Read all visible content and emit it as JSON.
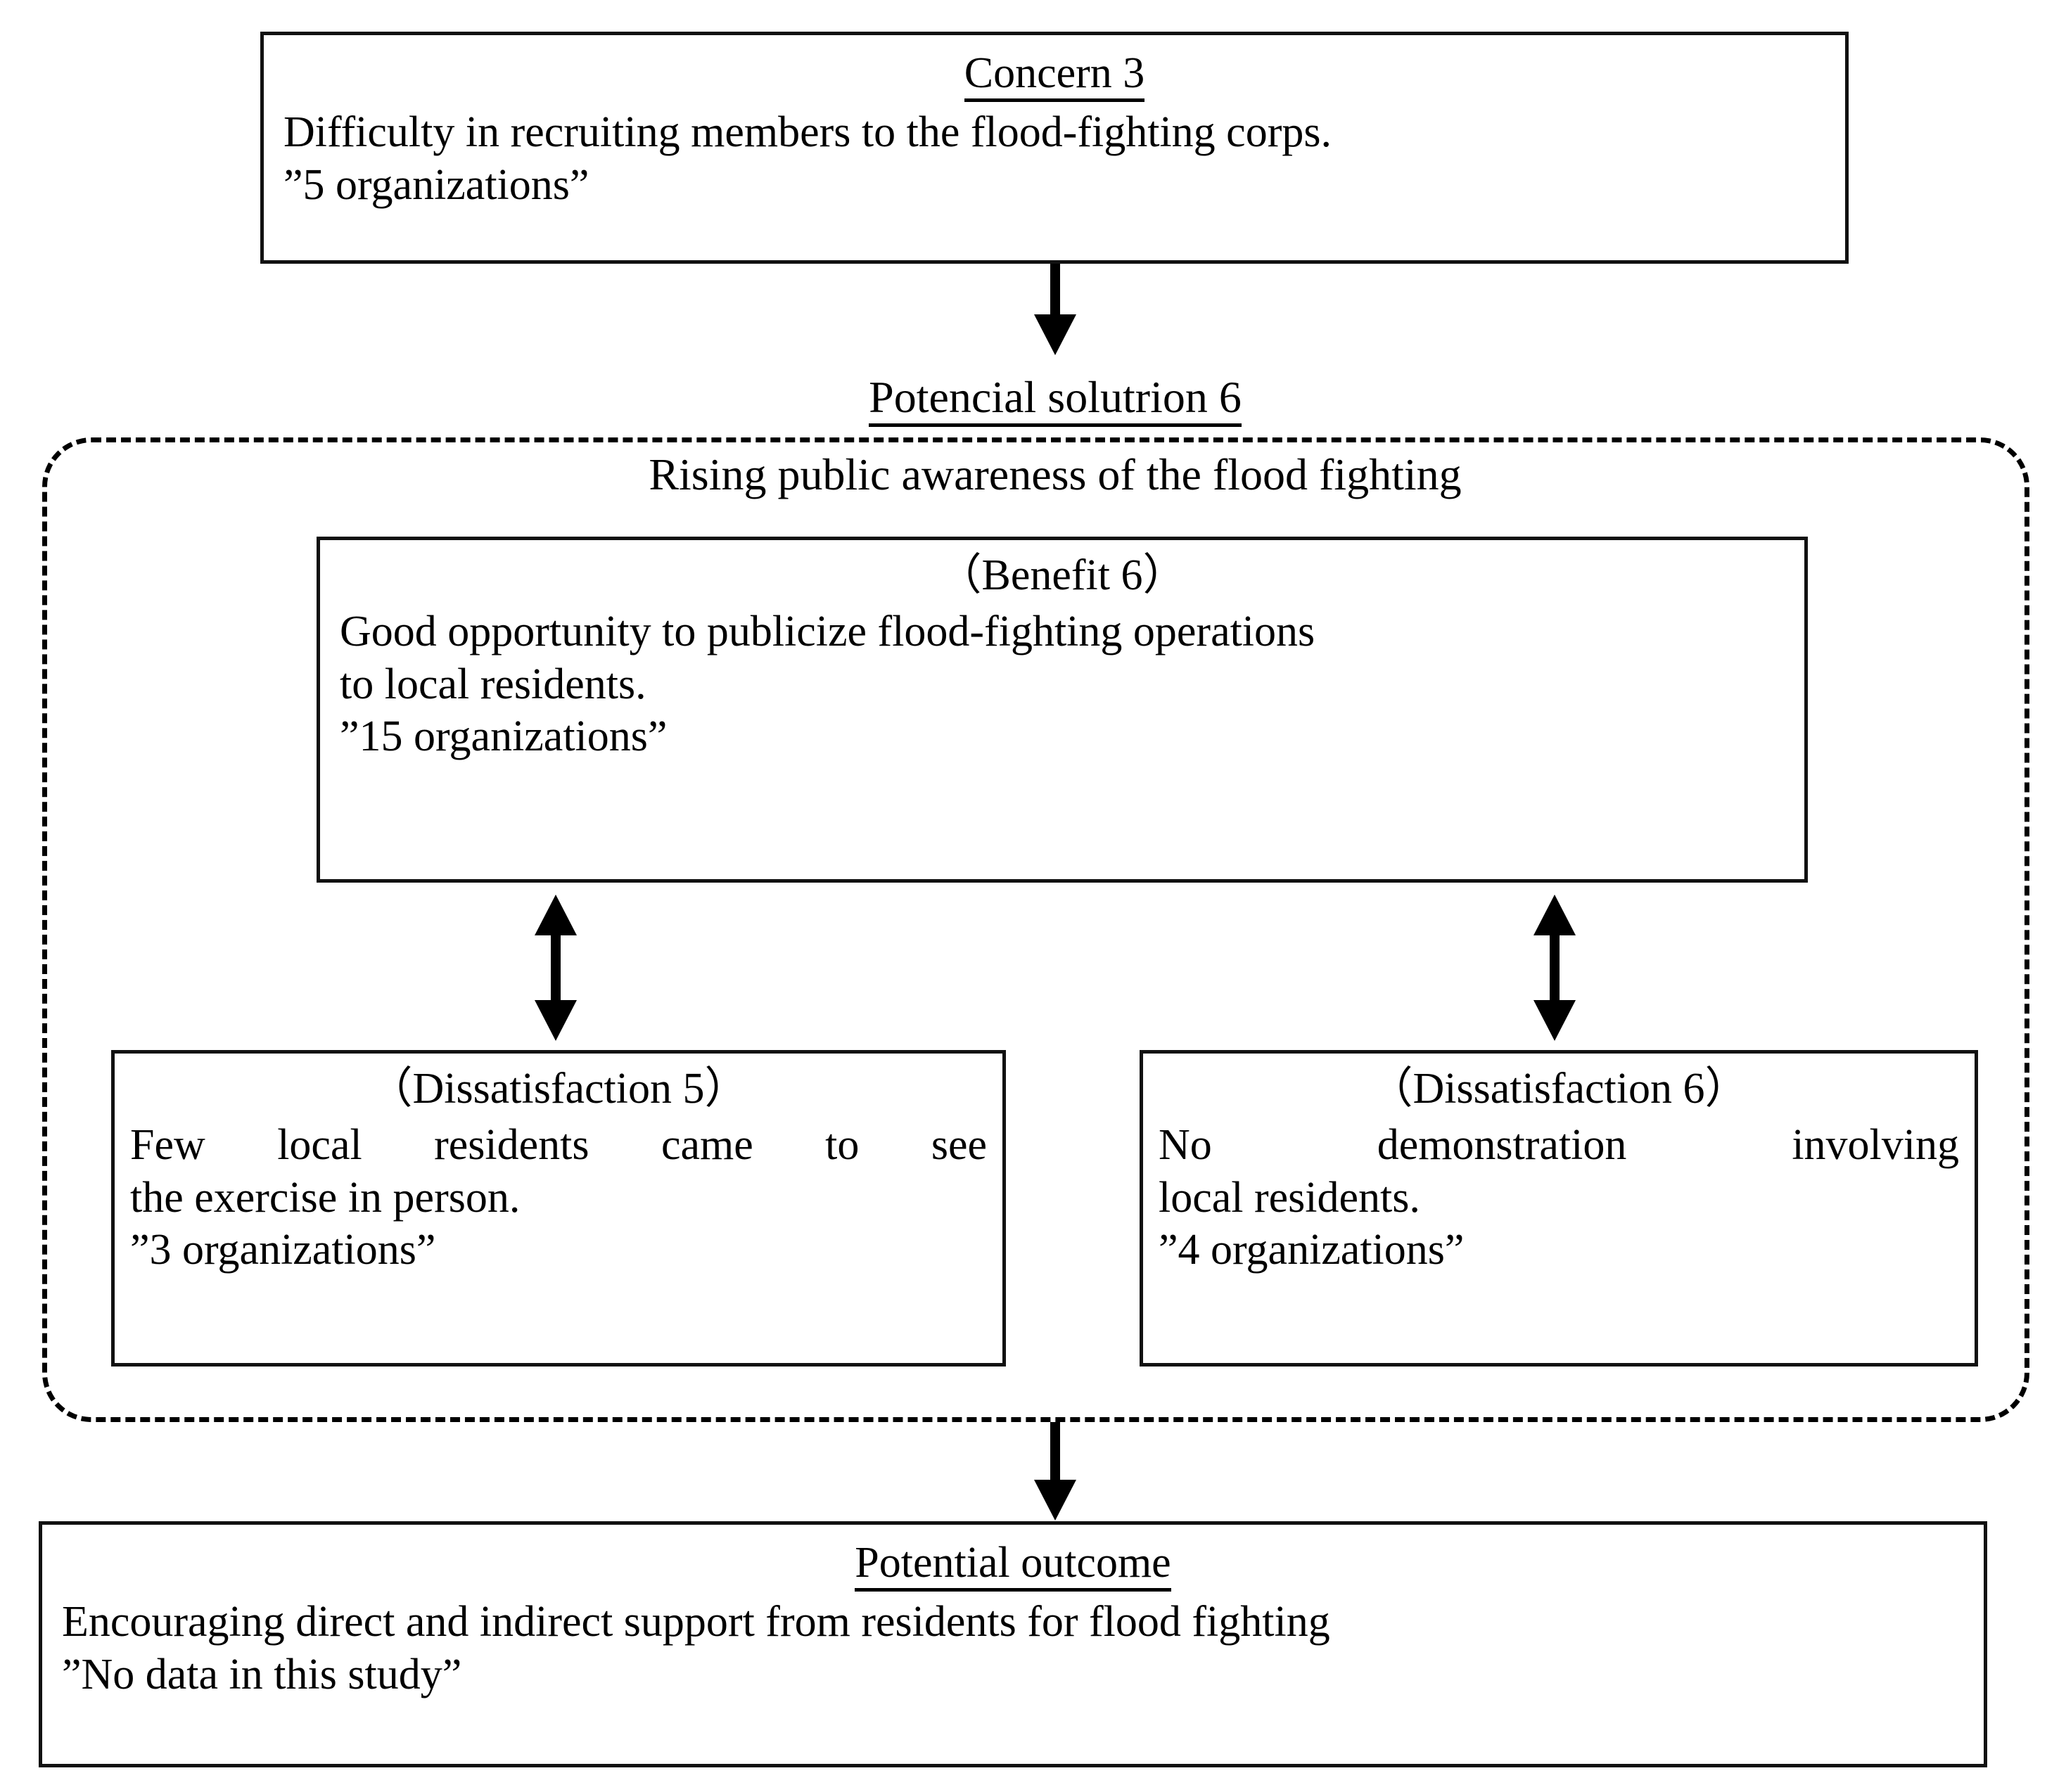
{
  "figure": {
    "type": "flow-diagram",
    "concern": {
      "heading": "Concern 3",
      "line1": "Difficulty in recruiting members to the flood-fighting corps.",
      "line2": "”5 organizations”"
    },
    "arrow_concern_to_solution": "arrow-down",
    "solution": {
      "heading": "Potencial solutrion 6",
      "subtitle": "Rising public awareness of the flood fighting"
    },
    "benefit": {
      "heading": "（Benefit 6）",
      "line1": "Good opportunity to publicize flood-fighting operations",
      "line2": "to local residents.",
      "line3": "”15 organizations”"
    },
    "arrow_benefit_to_dissatisfaction5": "double-arrow-vertical",
    "arrow_benefit_to_dissatisfaction6": "double-arrow-vertical",
    "dissatisfaction5": {
      "heading": "（Dissatisfaction 5）",
      "line1": "Few local residents came to see",
      "line2": "the exercise in person.",
      "line3": "”3 organizations”"
    },
    "dissatisfaction6": {
      "heading": "（Dissatisfaction 6）",
      "line1": "No demonstration involving",
      "line2": "local residents.",
      "line3": "”4 organizations”"
    },
    "arrow_solution_to_outcome": "arrow-down",
    "outcome": {
      "heading": "Potential outcome",
      "line1": "Encouraging direct and indirect support from residents for flood fighting",
      "line2": "”No data in this study”"
    },
    "colors": {
      "stroke": "#000000",
      "background": "#ffffff"
    }
  }
}
